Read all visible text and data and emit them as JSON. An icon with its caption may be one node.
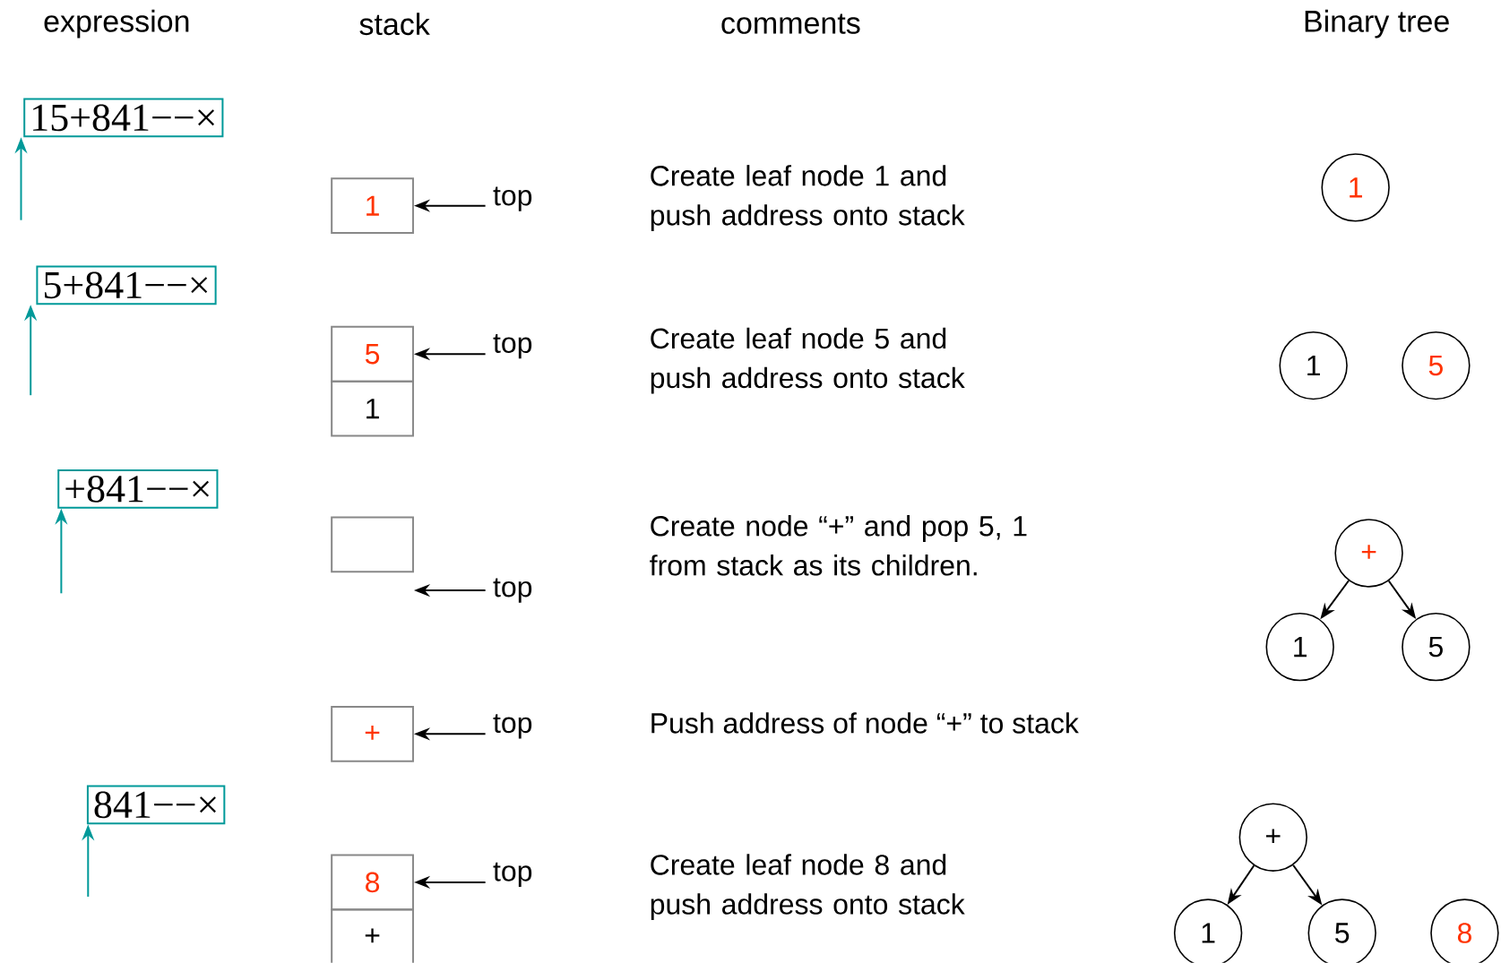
{
  "diagram": {
    "nodes": [
      {
        "text": [
          "15+841−−×"
        ]
      },
      {
        "text": [
          "1"
        ]
      },
      {
        "text": [
          "top"
        ]
      },
      {
        "text": [
          "1"
        ]
      },
      {
        "text": [
          "5+841−−×"
        ]
      },
      {
        "text": [
          "5"
        ]
      },
      {
        "text": [
          "1"
        ]
      },
      {
        "text": [
          "top"
        ]
      },
      {
        "text": [
          "1"
        ]
      },
      {
        "text": [
          "5"
        ]
      },
      {
        "text": [
          "+841−−×"
        ]
      },
      {
        "text": [],
        "shape": "box"
      },
      {
        "text": [
          "top"
        ]
      },
      {
        "text": [
          "+"
        ]
      },
      {
        "text": [
          "1"
        ]
      },
      {
        "text": [
          "5"
        ]
      },
      {
        "text": [
          "+"
        ]
      },
      {
        "text": [
          "top"
        ]
      },
      {
        "text": [
          "841−−×"
        ]
      },
      {
        "text": [
          "8"
        ]
      },
      {
        "text": [
          "+"
        ]
      },
      {
        "text": [
          "top"
        ]
      },
      {
        "text": [
          "+"
        ]
      },
      {
        "text": [
          "1"
        ]
      },
      {
        "text": [
          "5"
        ]
      },
      {
        "text": [
          "8"
        ]
      }
    ],
    "edges": [
      {
        "from": null,
        "to": 0,
        "arrow": "to",
        "color": "#009999"
      },
      {
        "from": 2,
        "to": 1,
        "arrow": "to"
      },
      {
        "from": null,
        "to": 4,
        "arrow": "to",
        "color": "#009999"
      },
      {
        "from": 7,
        "to": 5,
        "arrow": "to"
      },
      {
        "from": null,
        "to": 10,
        "arrow": "to",
        "color": "#009999"
      },
      {
        "from": 12,
        "to": 11,
        "arrow": "to"
      },
      {
        "from": 13,
        "to": 14,
        "arrow": "to"
      },
      {
        "from": 13,
        "to": 15,
        "arrow": "to"
      },
      {
        "from": 17,
        "to": 16,
        "arrow": "to"
      },
      {
        "from": null,
        "to": 18,
        "arrow": "to",
        "color": "#009999"
      },
      {
        "from": 21,
        "to": 19,
        "arrow": "to"
      },
      {
        "from": 22,
        "to": 23,
        "arrow": "to"
      },
      {
        "from": 22,
        "to": 24,
        "arrow": "to"
      }
    ],
    "labels": [
      "expression",
      "stack",
      "comments",
      "Binary tree",
      "Create leaf node 1 and push address onto stack",
      "Create leaf node 5 and push address onto stack",
      "Create node “+” and pop 5, 1 from stack as its children.",
      "Push address of node “+” to stack",
      "Create leaf node 8 and push address onto stack"
    ]
  }
}
